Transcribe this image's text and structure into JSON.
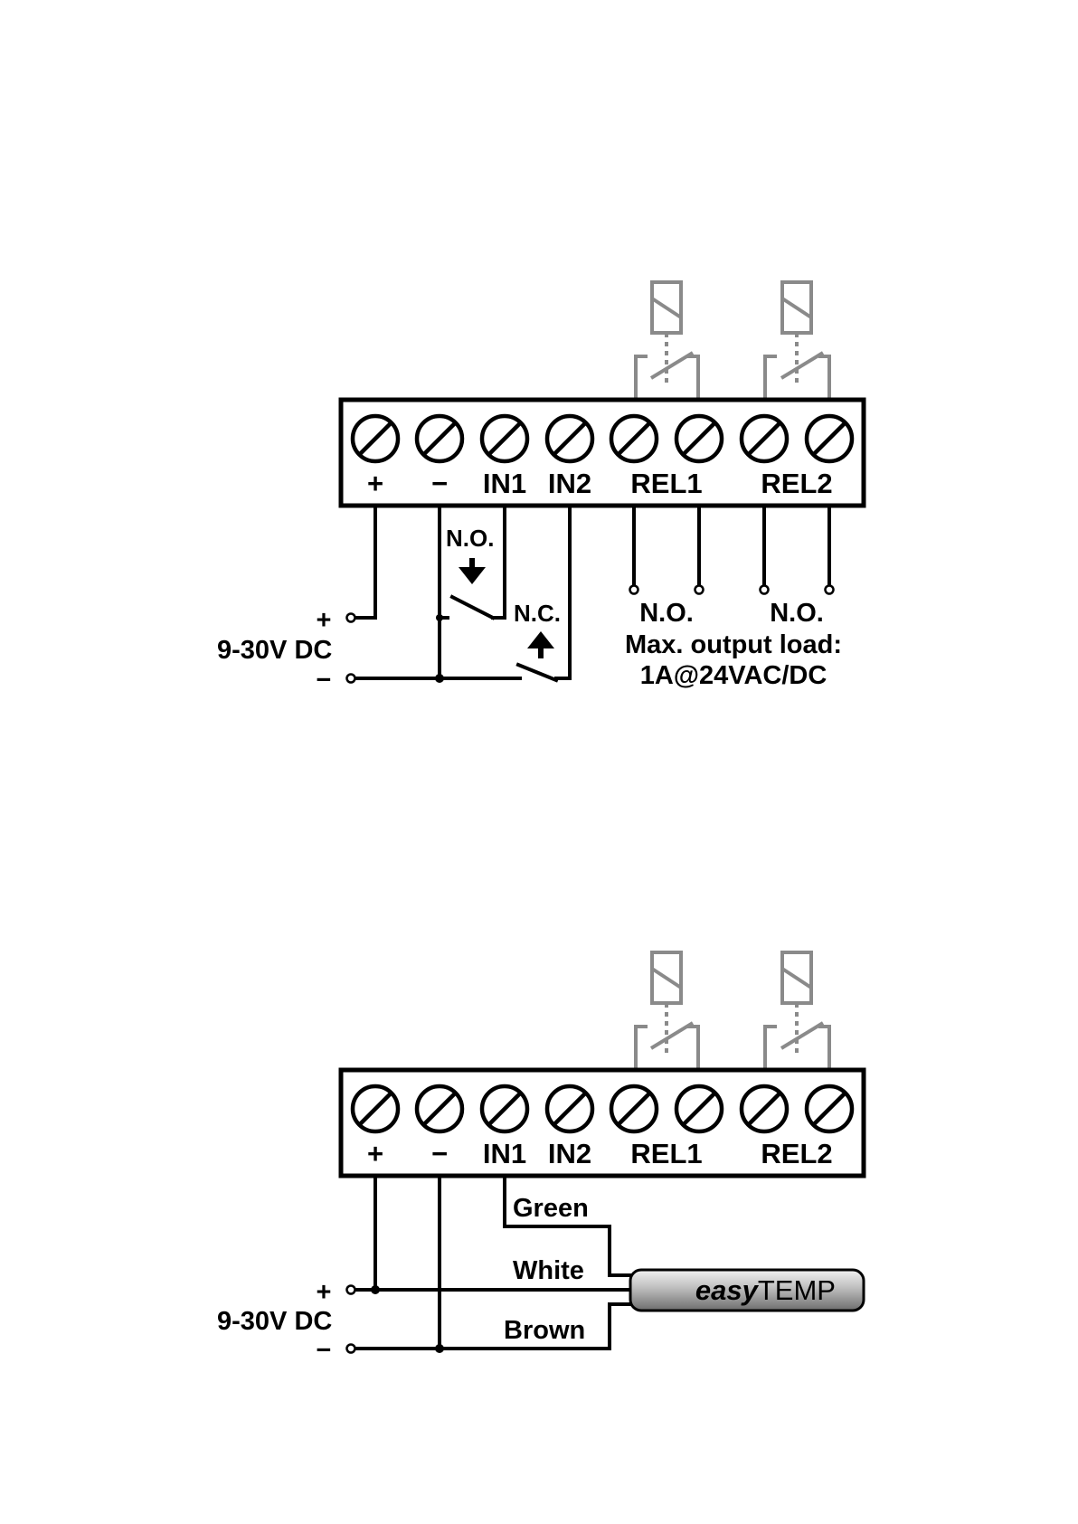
{
  "terminals": [
    "+",
    "−",
    "IN1",
    "IN2",
    "REL1",
    "REL2"
  ],
  "diagram1": {
    "supply_plus": "+",
    "supply_label": "9-30V DC",
    "supply_minus": "−",
    "in1_contact": "N.O.",
    "in2_contact": "N.C.",
    "rel1_contact": "N.O.",
    "rel2_contact": "N.O.",
    "load_line1": "Max. output load:",
    "load_line2": "1A@24VAC/DC"
  },
  "diagram2": {
    "supply_plus": "+",
    "supply_label": "9-30V DC",
    "supply_minus": "−",
    "wire_green": "Green",
    "wire_white": "White",
    "wire_brown": "Brown",
    "sensor_prefix": "easy",
    "sensor_suffix": "TEMP"
  },
  "colors": {
    "line": "#000000",
    "relay_symbol": "#8a8a8a",
    "sensor_body": "#9a9a9a"
  },
  "icons": [
    "screw-terminal-icon",
    "relay-coil-icon",
    "arrow-down-icon",
    "arrow-up-icon"
  ]
}
